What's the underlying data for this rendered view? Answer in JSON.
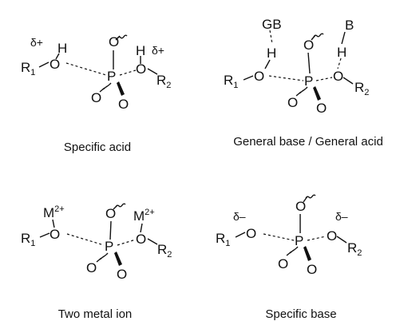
{
  "panels": [
    {
      "id": "specific-acid",
      "caption": "Specific acid",
      "labels": {
        "delta_left": "δ+",
        "delta_right": "δ+",
        "h_left": "H",
        "h_right": "H",
        "r_left": "R",
        "r_left_sub": "1",
        "r_right": "R",
        "r_right_sub": "2",
        "o_left": "O",
        "o_right": "O",
        "o_top": "O",
        "o_bl": "O",
        "o_br": "O",
        "p": "P"
      }
    },
    {
      "id": "general-base-acid",
      "caption": "General base / General acid",
      "labels": {
        "gb": "GB",
        "b": "B",
        "h_left": "H",
        "h_right": "H",
        "r_left": "R",
        "r_left_sub": "1",
        "r_right": "R",
        "r_right_sub": "2",
        "o_left": "O",
        "o_right": "O",
        "o_top": "O",
        "o_bl": "O",
        "o_br": "O",
        "p": "P"
      }
    },
    {
      "id": "two-metal-ion",
      "caption": "Two metal ion",
      "labels": {
        "m_left": "M",
        "m_left_sup": "2+",
        "m_right": "M",
        "m_right_sup": "2+",
        "r_left": "R",
        "r_left_sub": "1",
        "r_right": "R",
        "r_right_sub": "2",
        "o_left": "O",
        "o_right": "O",
        "o_top": "O",
        "o_bl": "O",
        "o_br": "O",
        "p": "P"
      }
    },
    {
      "id": "specific-base",
      "caption": "Specific base",
      "labels": {
        "delta_left": "δ–",
        "delta_right": "δ–",
        "r_left": "R",
        "r_left_sub": "1",
        "r_right": "R",
        "r_right_sub": "2",
        "o_left": "O",
        "o_right": "O",
        "o_top": "O",
        "o_bl": "O",
        "o_br": "O",
        "p": "P"
      }
    }
  ]
}
